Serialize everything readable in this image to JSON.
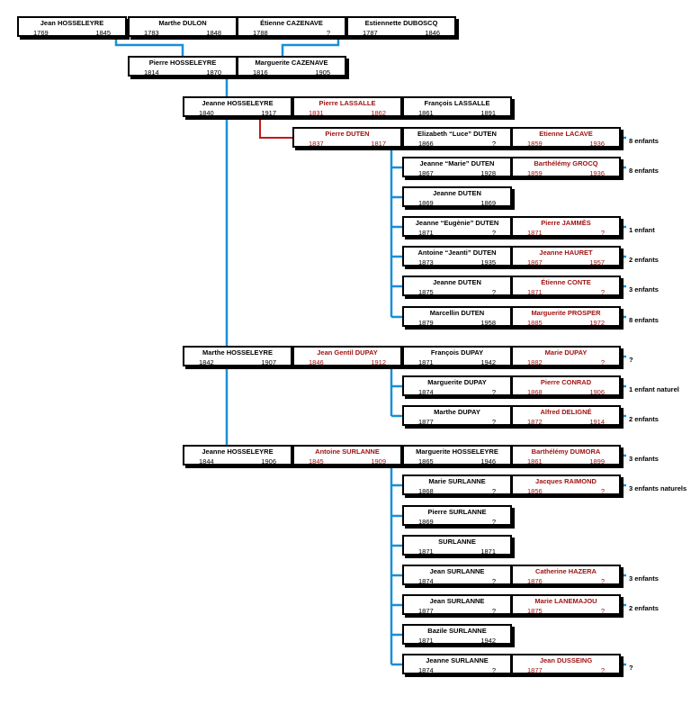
{
  "colors": {
    "blood_line": "#1a8fd6",
    "union_line": "#c21818",
    "spouse_text": "#a01313",
    "box_border": "#000000"
  },
  "people": [
    {
      "id": "p1",
      "name": "Jean HOSSELEYRE",
      "birth": "1769",
      "death": "1845",
      "spouse": false
    },
    {
      "id": "p2",
      "name": "Marthe DULON",
      "birth": "1783",
      "death": "1848",
      "spouse": false
    },
    {
      "id": "p3",
      "name": "Étienne CAZENAVE",
      "birth": "1788",
      "death": "?",
      "spouse": false
    },
    {
      "id": "p4",
      "name": "Estiennette DUBOSCQ",
      "birth": "1787",
      "death": "1846",
      "spouse": false
    },
    {
      "id": "p5",
      "name": "Pierre HOSSELEYRE",
      "birth": "1814",
      "death": "1870",
      "spouse": false
    },
    {
      "id": "p6",
      "name": "Marguerite CAZENAVE",
      "birth": "1816",
      "death": "1905",
      "spouse": false
    },
    {
      "id": "p7",
      "name": "Jeanne HOSSELEYRE",
      "birth": "1840",
      "death": "1917",
      "spouse": false
    },
    {
      "id": "p8",
      "name": "Pierre LASSALLE",
      "birth": "1831",
      "death": "1862",
      "spouse": true
    },
    {
      "id": "p9",
      "name": "François LASSALLE",
      "birth": "1861",
      "death": "1891",
      "spouse": false
    },
    {
      "id": "p10",
      "name": "Pierre DUTEN",
      "birth": "1837",
      "death": "1817",
      "spouse": true
    },
    {
      "id": "p11",
      "name": "Elizabeth “Luce” DUTEN",
      "birth": "1866",
      "death": "?",
      "spouse": false
    },
    {
      "id": "p12",
      "name": "Etienne LACAVE",
      "birth": "1859",
      "death": "1936",
      "spouse": true
    },
    {
      "id": "p13",
      "name": "Jeanne “Marie” DUTEN",
      "birth": "1867",
      "death": "1928",
      "spouse": false
    },
    {
      "id": "p14",
      "name": "Barthélémy GROCQ",
      "birth": "1859",
      "death": "1936",
      "spouse": true
    },
    {
      "id": "p15",
      "name": "Jeanne DUTEN",
      "birth": "1869",
      "death": "1869",
      "spouse": false
    },
    {
      "id": "p16",
      "name": "Jeanne “Eugènie” DUTEN",
      "birth": "1871",
      "death": "?",
      "spouse": false
    },
    {
      "id": "p17",
      "name": "Pierre JAMMÈS",
      "birth": "1871",
      "death": "?",
      "spouse": true
    },
    {
      "id": "p18",
      "name": "Antoine “Jeanti” DUTEN",
      "birth": "1873",
      "death": "1935",
      "spouse": false
    },
    {
      "id": "p19",
      "name": "Jeanne HAURET",
      "birth": "1867",
      "death": "1957",
      "spouse": true
    },
    {
      "id": "p20",
      "name": "Jeanne DUTEN",
      "birth": "1875",
      "death": "?",
      "spouse": false
    },
    {
      "id": "p21",
      "name": "Étienne CONTE",
      "birth": "1871",
      "death": "?",
      "spouse": true
    },
    {
      "id": "p22",
      "name": "Marcellin DUTEN",
      "birth": "1879",
      "death": "1958",
      "spouse": false
    },
    {
      "id": "p23",
      "name": "Marguerite PROSPER",
      "birth": "1885",
      "death": "1972",
      "spouse": true
    },
    {
      "id": "p24",
      "name": "Marthe HOSSELEYRE",
      "birth": "1842",
      "death": "1907",
      "spouse": false
    },
    {
      "id": "p25",
      "name": "Jean Gentil DUPAY",
      "birth": "1846",
      "death": "1912",
      "spouse": true
    },
    {
      "id": "p26",
      "name": "François DUPAY",
      "birth": "1871",
      "death": "1942",
      "spouse": false
    },
    {
      "id": "p27",
      "name": "Marie DUPAY",
      "birth": "1882",
      "death": "?",
      "spouse": true
    },
    {
      "id": "p28",
      "name": "Marguerite  DUPAY",
      "birth": "1874",
      "death": "?",
      "spouse": false
    },
    {
      "id": "p29",
      "name": "Pierre CONRAD",
      "birth": "1868",
      "death": "1906",
      "spouse": true
    },
    {
      "id": "p30",
      "name": "Marthe DUPAY",
      "birth": "1877",
      "death": "?",
      "spouse": false
    },
    {
      "id": "p31",
      "name": "Alfred DELIGNÉ",
      "birth": "1872",
      "death": "1914",
      "spouse": true
    },
    {
      "id": "p32",
      "name": "Jeanne HOSSELEYRE",
      "birth": "1844",
      "death": "1906",
      "spouse": false
    },
    {
      "id": "p33",
      "name": "Antoine SURLANNE",
      "birth": "1845",
      "death": "1909",
      "spouse": true
    },
    {
      "id": "p34",
      "name": "Marguerite HOSSELEYRE",
      "birth": "1865",
      "death": "1946",
      "spouse": false
    },
    {
      "id": "p35",
      "name": "Barthélémy DUMORA",
      "birth": "1861",
      "death": "1899",
      "spouse": true
    },
    {
      "id": "p36",
      "name": "Marie SURLANNE",
      "birth": "1868",
      "death": "?",
      "spouse": false
    },
    {
      "id": "p37",
      "name": "Jacques RAIMOND",
      "birth": "1856",
      "death": "?",
      "spouse": true
    },
    {
      "id": "p38",
      "name": "Pierre SURLANNE",
      "birth": "1869",
      "death": "?",
      "spouse": false
    },
    {
      "id": "p39",
      "name": "SURLANNE",
      "birth": "1871",
      "death": "1871",
      "spouse": false
    },
    {
      "id": "p40",
      "name": "Jean SURLANNE",
      "birth": "1874",
      "death": "?",
      "spouse": false
    },
    {
      "id": "p41",
      "name": "Catherine HAZERA",
      "birth": "1876",
      "death": "?",
      "spouse": true
    },
    {
      "id": "p42",
      "name": "Jean SURLANNE",
      "birth": "1877",
      "death": "?",
      "spouse": false
    },
    {
      "id": "p43",
      "name": "Marie LANEMAJOU",
      "birth": "1875",
      "death": "?",
      "spouse": true
    },
    {
      "id": "p44",
      "name": "Bazile SURLANNE",
      "birth": "1871",
      "death": "1942",
      "spouse": false
    },
    {
      "id": "p45",
      "name": "Jeanne SURLANNE",
      "birth": "1874",
      "death": "?",
      "spouse": false
    },
    {
      "id": "p46",
      "name": "Jean DUSSEING",
      "birth": "1877",
      "death": "?",
      "spouse": true
    }
  ],
  "notes": [
    {
      "id": "n1",
      "text": "8 enfants"
    },
    {
      "id": "n2",
      "text": "8 enfants"
    },
    {
      "id": "n3",
      "text": "1 enfant"
    },
    {
      "id": "n4",
      "text": "2 enfants"
    },
    {
      "id": "n5",
      "text": "3 enfants"
    },
    {
      "id": "n6",
      "text": "8 enfants"
    },
    {
      "id": "n7",
      "text": "?"
    },
    {
      "id": "n8",
      "text": "1 enfant naturel"
    },
    {
      "id": "n9",
      "text": "2 enfants"
    },
    {
      "id": "n10",
      "text": "3 enfants"
    },
    {
      "id": "n11",
      "text": "3 enfants naturels"
    },
    {
      "id": "n12",
      "text": "3 enfants"
    },
    {
      "id": "n13",
      "text": "2 enfants"
    },
    {
      "id": "n14",
      "text": "?"
    }
  ]
}
